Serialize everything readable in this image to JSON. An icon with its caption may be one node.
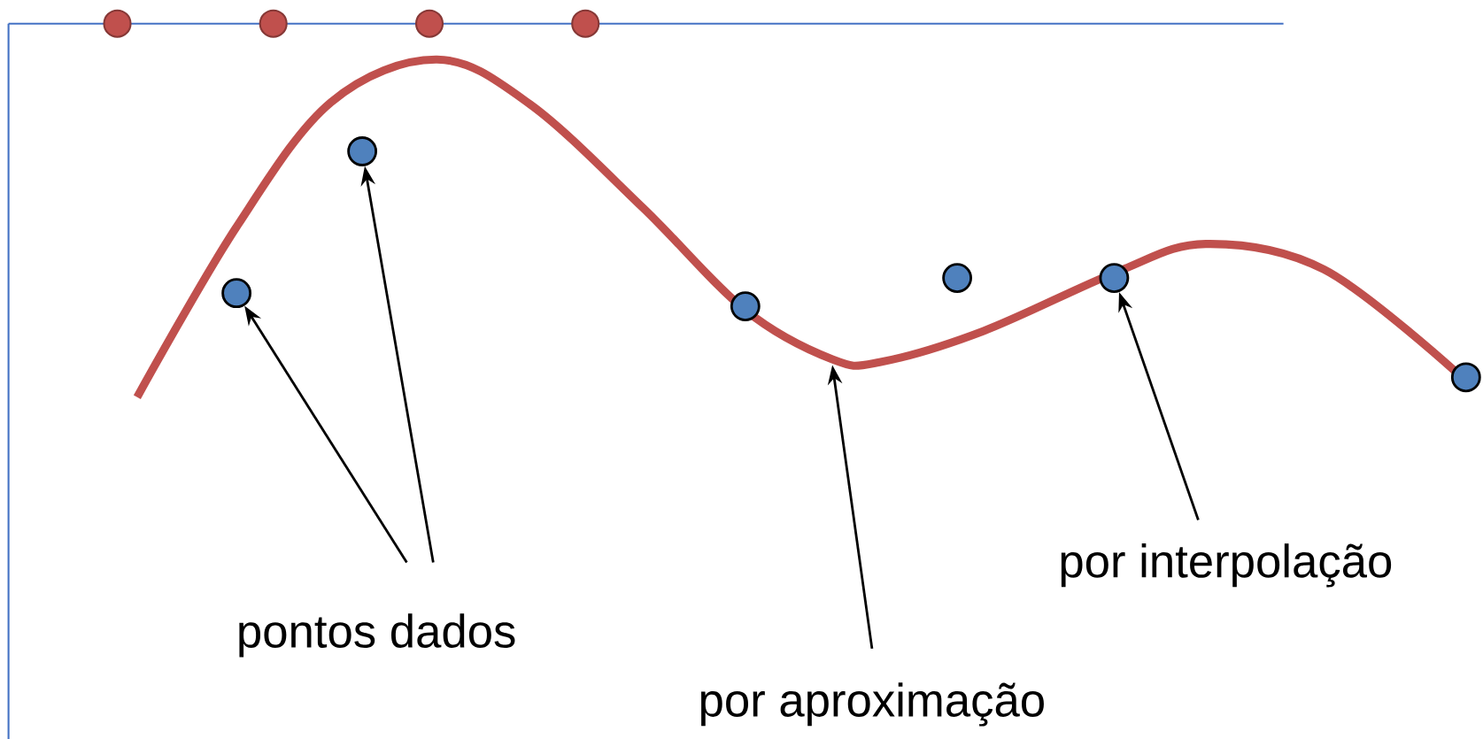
{
  "diagram": {
    "nodes": [
      {
        "text": [],
        "shape": "circle"
      },
      {
        "text": [],
        "shape": "circle"
      },
      {
        "text": [],
        "shape": "circle"
      },
      {
        "text": [],
        "shape": "circle"
      },
      {
        "text": [],
        "shape": "circle"
      },
      {
        "text": [],
        "shape": "circle"
      },
      {
        "text": [
          "por interpolação"
        ]
      },
      {
        "text": [
          "pontos dados"
        ]
      },
      {
        "text": [
          "por aproximação"
        ]
      }
    ],
    "edges": [
      {
        "from": 7,
        "to": 0,
        "arrow": "to"
      },
      {
        "from": 7,
        "to": 1,
        "arrow": "to"
      },
      {
        "from": 8,
        "to": null,
        "arrow": "to"
      },
      {
        "from": 6,
        "to": 4,
        "arrow": "to"
      }
    ]
  }
}
